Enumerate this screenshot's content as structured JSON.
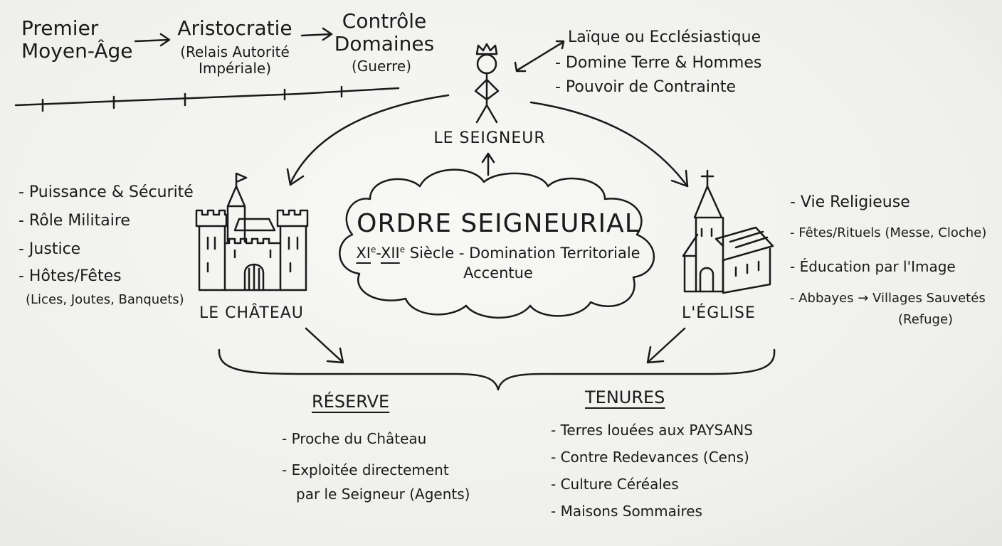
{
  "timeline": {
    "step1": "Premier\nMoyen-Âge",
    "step2_title": "Aristocratie",
    "step2_note": "(Relais Autorité\nImpériale)",
    "step3_title": "Contrôle\nDomaines",
    "step3_note": "(Guerre)"
  },
  "seigneur": {
    "label": "LE SEIGNEUR",
    "traits": [
      "Laïque ou Ecclésiastique",
      "- Domine Terre & Hommes",
      "- Pouvoir de Contrainte"
    ]
  },
  "center": {
    "title": "ORDRE SEIGNEURIAL",
    "century_1": "XI",
    "century_2": "XII",
    "sup": "e",
    "subtitle_rest": "Siècle - Domination Territoriale",
    "subtitle_line2": "Accentue"
  },
  "chateau": {
    "label": "LE CHÂTEAU",
    "items": [
      "- Puissance & Sécurité",
      "- Rôle Militaire",
      "- Justice",
      "- Hôtes/Fêtes"
    ],
    "note": "(Lices, Joutes, Banquets)"
  },
  "eglise": {
    "label": "L'ÉGLISE",
    "items": [
      "- Vie Religieuse",
      "- Fêtes/Rituels (Messe, Cloche)",
      "- Éducation par l'Image",
      "- Abbayes → Villages Sauvetés"
    ],
    "note": "(Refuge)"
  },
  "reserve": {
    "title": "RÉSERVE",
    "items": [
      "- Proche du Château",
      "- Exploitée directement",
      "par le Seigneur (Agents)"
    ]
  },
  "tenures": {
    "title": "TENURES",
    "items": [
      "- Terres louées aux PAYSANS",
      "- Contre Redevances (Cens)",
      "- Culture Céréales",
      "- Maisons Sommaires"
    ]
  }
}
